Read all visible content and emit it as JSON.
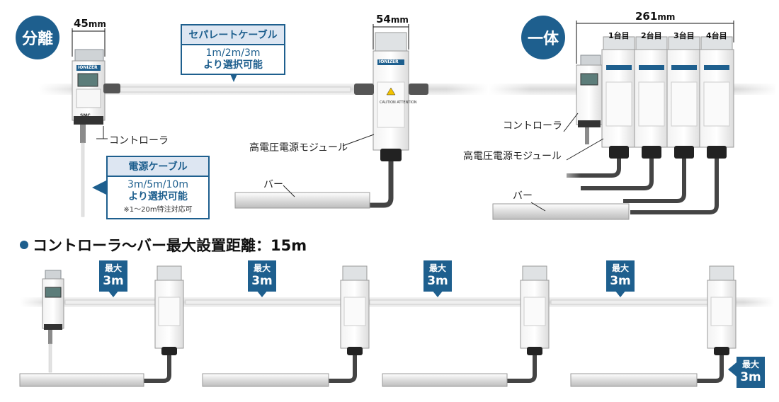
{
  "top_left": {
    "badge": "分離",
    "width_dim": "45",
    "width_unit": "mm",
    "module_dim": "54",
    "module_unit": "mm",
    "sep_cable": {
      "title": "セパレートケーブル",
      "line1": "1m/2m/3m",
      "line2": "より選択可能"
    },
    "power_cable": {
      "title": "電源ケーブル",
      "line1": "3m/5m/10m",
      "line2": "より選択可能",
      "note": "※1～20m特注対応可"
    },
    "label_controller": "コントローラ",
    "label_hv_module": "高電圧電源モジュール",
    "label_bar": "バー"
  },
  "top_right": {
    "badge": "一体",
    "width_dim": "261",
    "width_unit": "mm",
    "units": [
      "1台目",
      "2台目",
      "3台目",
      "4台目"
    ],
    "label_controller": "コントローラ",
    "label_hv_module": "高電圧電源モジュール",
    "label_bar": "バー"
  },
  "device_text": {
    "brand": "IONIZER",
    "maker": "SMC",
    "caution": "CAUTION ATTENTION"
  },
  "bottom": {
    "heading": "コントローラ～バー最大設置距離：15m",
    "max_line1": "最大",
    "max_line2": "3m",
    "max_labels": [
      {
        "a": "最大",
        "b": "3m"
      },
      {
        "a": "最大",
        "b": "3m"
      },
      {
        "a": "最大",
        "b": "3m"
      },
      {
        "a": "最大",
        "b": "3m"
      },
      {
        "a": "最大",
        "b": "3m"
      }
    ]
  },
  "colors": {
    "accent": "#1e5f8e",
    "callout_fill": "#dde6f2",
    "rail": "#e4e4e4",
    "cable": "#555555"
  }
}
